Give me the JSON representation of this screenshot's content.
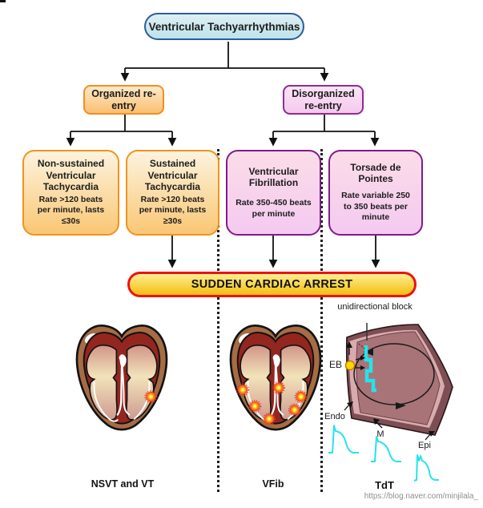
{
  "meta": {
    "source_url": "https://blog.naver.com/minjilala_"
  },
  "flowchart": {
    "root": "Ventricular Tachyarrhythmias",
    "organized": "Organized re-entry",
    "disorganized": "Disorganized re-entry",
    "types": [
      {
        "name": "Non-sustained Ventricular Tachycardia",
        "detail": "Rate >120 beats per minute, lasts ≤30s"
      },
      {
        "name": "Sustained Ventricular Tachycardia",
        "detail": "Rate >120 beats per minute, lasts ≥30s"
      },
      {
        "name": "Ventricular Fibrillation",
        "detail": "Rate 350-450 beats per minute"
      },
      {
        "name": "Torsade de Pointes",
        "detail": "Rate variable 250 to 350 beats per minute"
      }
    ],
    "outcome": "SUDDEN CARDIAC ARREST"
  },
  "illustrations": {
    "captions": {
      "nsvt_vt": "NSVT and VT",
      "vfib": "VFib",
      "tdt": "TdT"
    },
    "tdt_labels": {
      "block": "unidirectional block",
      "eb": "EB",
      "endo": "Endo",
      "m": "M",
      "epi": "Epi"
    }
  },
  "colors": {
    "root_fill": "#cfe9f0",
    "root_border": "#2b5c9b",
    "orange_fill": "#fbc774",
    "orange_border": "#ef941d",
    "pink_fill": "#f5c9f1",
    "purple_border": "#8e2d92",
    "deep_purple_border": "#7e1d85",
    "sca_fill": "#fbd94a",
    "sca_border": "#ee1111",
    "heart_outer": "#a66c44",
    "heart_muscle": "#93261f",
    "chamber_cream": "#f2e3ba",
    "glow_center": "#ffee58",
    "glow_mid": "#ff9800",
    "glow_edge": "#e53935",
    "waveform_cyan": "#25e3ea",
    "tissue_mauve": "#a87478"
  }
}
